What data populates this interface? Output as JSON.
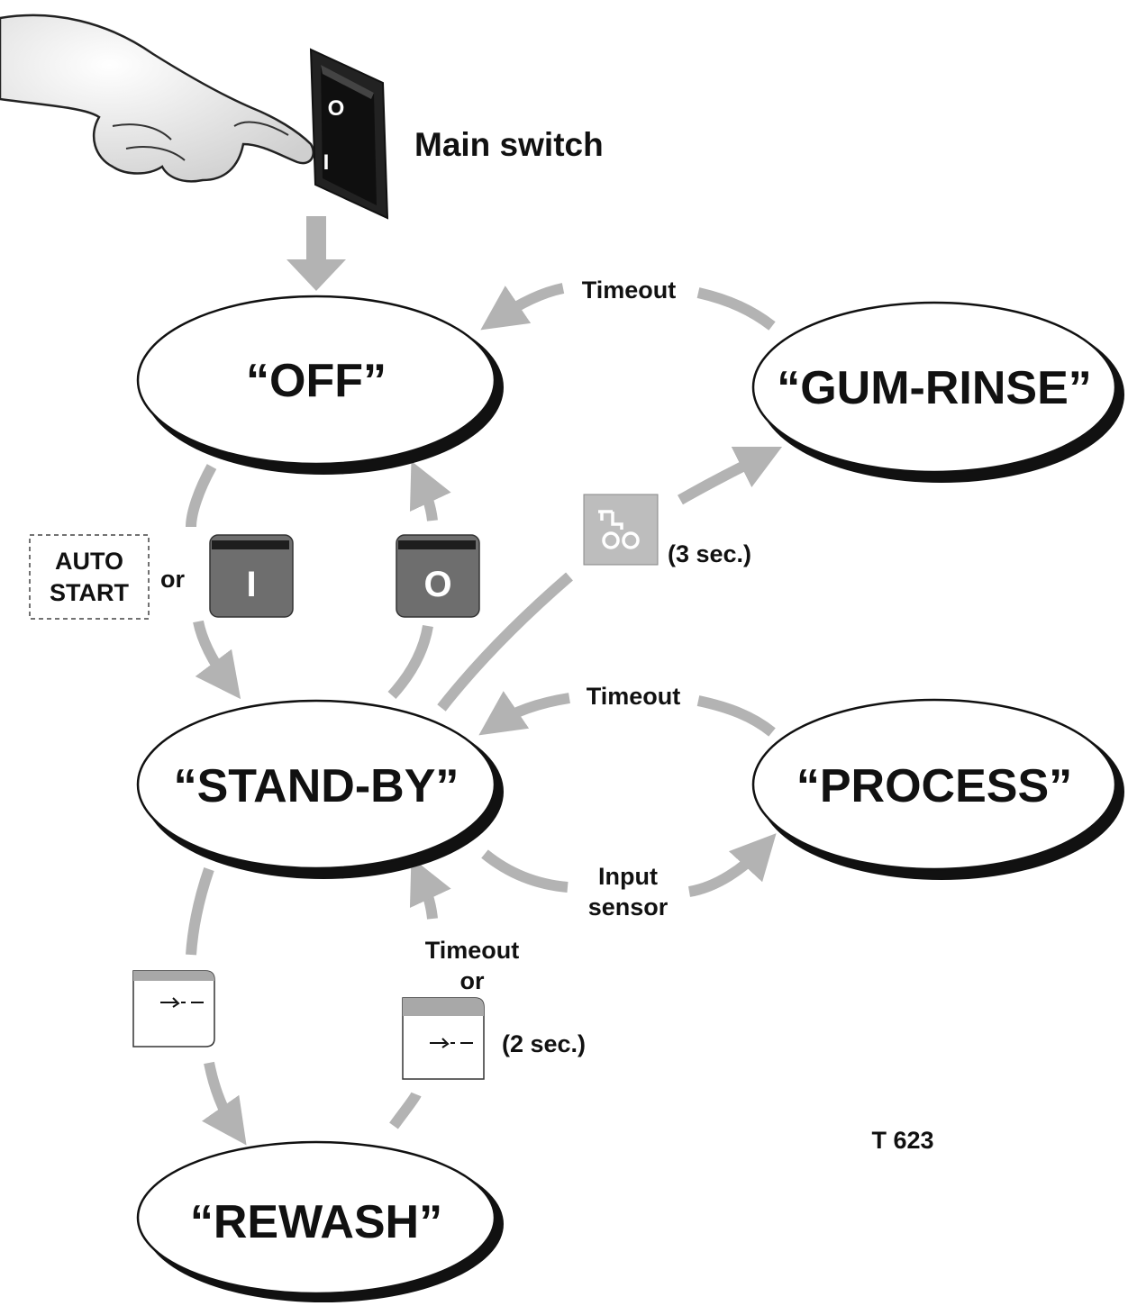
{
  "main_switch": {
    "label": "Main switch",
    "symbol_off": "O",
    "symbol_on": "I"
  },
  "states": {
    "off": "“OFF”",
    "gum_rinse": "“GUM-RINSE”",
    "standby": "“STAND-BY”",
    "process": "“PROCESS”",
    "rewash": "“REWASH”"
  },
  "edges": {
    "gumrinse_to_off": "Timeout",
    "process_to_standby": "Timeout",
    "standby_to_process_line1": "Input",
    "standby_to_process_line2": "sensor",
    "rewash_to_standby_line1": "Timeout",
    "rewash_to_standby_line2": "or",
    "rewash_hold": "(2 sec.)",
    "gumrinse_hold": "(3 sec.)",
    "auto_start_line1": "AUTO",
    "auto_start_line2": "START",
    "or_word": "or"
  },
  "buttons": {
    "on_glyph": "I",
    "off_glyph": "O"
  },
  "figure_id": "T 623",
  "colors": {
    "arrow": "#b3b3b3",
    "button_dark": "#6e6e6e",
    "button_bar": "#1e1e1e",
    "icon_button": "#bdbdbd",
    "rewash_button_bar": "#a8a8a8"
  }
}
